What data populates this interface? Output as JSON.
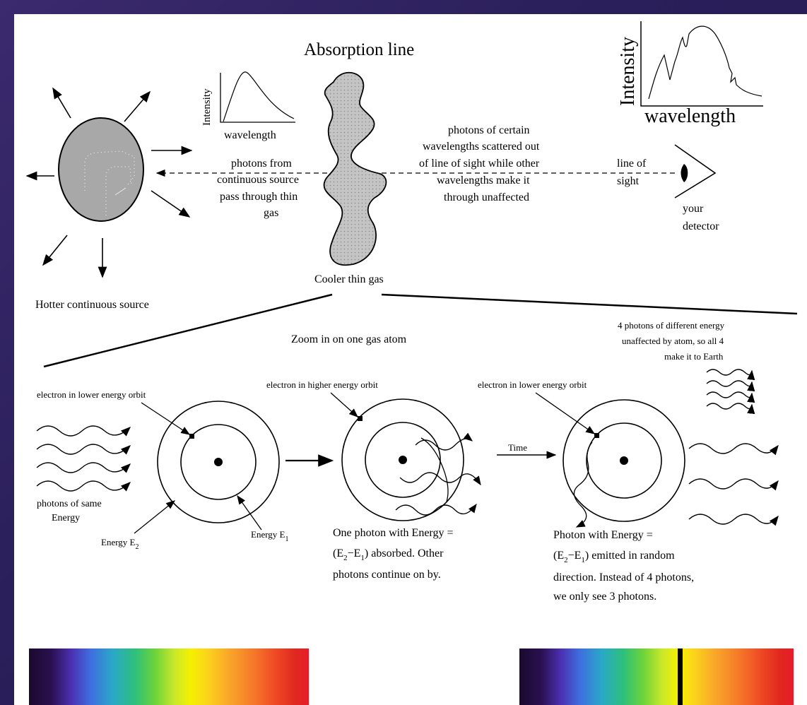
{
  "title": "Absorption line",
  "inset_small": {
    "ylabel": "Intensity",
    "xlabel": "wavelength"
  },
  "inset_large": {
    "ylabel": "Intensity",
    "xlabel": "wavelength"
  },
  "labels": {
    "photons_from_1": "photons from",
    "photons_from_2": "continuous source",
    "photons_from_3": "pass through thin",
    "photons_from_4": "gas",
    "scatter_1": "photons of certain",
    "scatter_2": "wavelengths scattered out",
    "scatter_3": "of line of sight while other",
    "scatter_4": "wavelengths make it",
    "scatter_5": "through unaffected",
    "los_1": "line of",
    "los_2": "sight",
    "detector_1": "your",
    "detector_2": "detector",
    "cooler_gas": "Cooler thin gas",
    "hotter_source": "Hotter continuous source",
    "zoom": "Zoom in on one gas atom",
    "four_1": "4 photons of different energy",
    "four_2": "unaffected by atom, so all 4",
    "four_3": "make it to Earth",
    "e_lower_1": "electron in lower energy orbit",
    "e_higher": "electron in higher energy orbit",
    "e_lower_2": "electron in lower energy orbit",
    "same_1": "photons of same",
    "same_2": "Energy",
    "energy_e2": "Energy E",
    "energy_e2_sub": "2",
    "energy_e1": "Energy E",
    "energy_e1_sub": "1",
    "time": "Time",
    "abs_1": "One photon with Energy =",
    "abs_2a": "(E",
    "abs_2b": "2",
    "abs_2c": "−E",
    "abs_2d": "1",
    "abs_2e": ") absorbed. Other",
    "abs_3": "photons continue on by.",
    "emit_1": "Photon with Energy =",
    "emit_2a": "(E",
    "emit_2b": "2",
    "emit_2c": "−E",
    "emit_2d": "1",
    "emit_2e": ") emitted in random",
    "emit_3": "direction. Instead of 4 photons,",
    "emit_4": "we only see 3 photons."
  },
  "colors": {
    "slide_bg": "#2a1f5a",
    "gas_fill": "#c0c0c0",
    "star_fill": "#a8a8a8"
  }
}
